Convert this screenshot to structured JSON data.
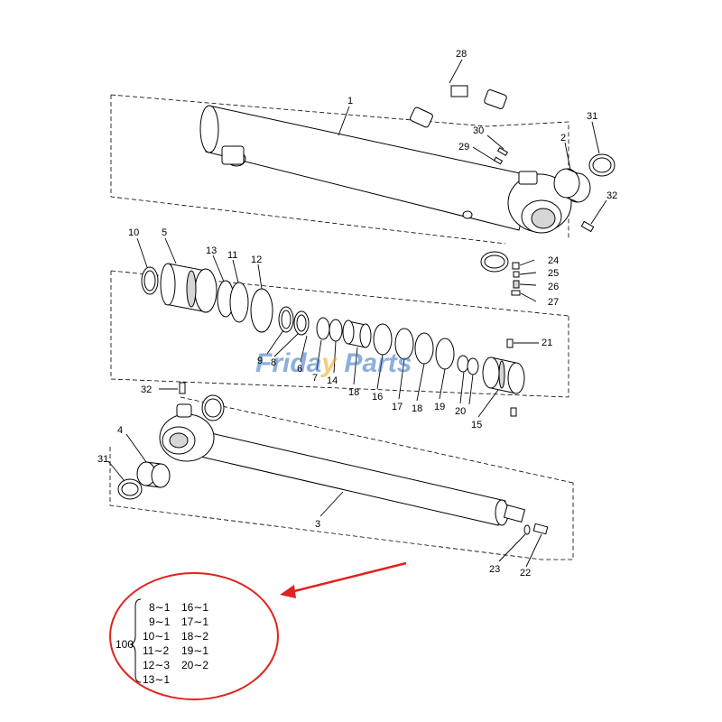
{
  "watermark": {
    "prefix": "Frida",
    "highlight": "y",
    "suffix": " Parts"
  },
  "callouts": [
    {
      "id": "c28",
      "text": "28"
    },
    {
      "id": "c1",
      "text": "1"
    },
    {
      "id": "c31a",
      "text": "31"
    },
    {
      "id": "c30",
      "text": "30"
    },
    {
      "id": "c29",
      "text": "29"
    },
    {
      "id": "c2",
      "text": "2"
    },
    {
      "id": "c32a",
      "text": "32"
    },
    {
      "id": "c10",
      "text": "10"
    },
    {
      "id": "c5",
      "text": "5"
    },
    {
      "id": "c13",
      "text": "13"
    },
    {
      "id": "c11",
      "text": "11"
    },
    {
      "id": "c12",
      "text": "12"
    },
    {
      "id": "c24",
      "text": "24"
    },
    {
      "id": "c25",
      "text": "25"
    },
    {
      "id": "c26",
      "text": "26"
    },
    {
      "id": "c27",
      "text": "27"
    },
    {
      "id": "c21",
      "text": "21"
    },
    {
      "id": "c9",
      "text": "9"
    },
    {
      "id": "c8",
      "text": "8"
    },
    {
      "id": "c6",
      "text": "6"
    },
    {
      "id": "c7",
      "text": "7"
    },
    {
      "id": "c14",
      "text": "14"
    },
    {
      "id": "c18a",
      "text": "18"
    },
    {
      "id": "c16",
      "text": "16"
    },
    {
      "id": "c17",
      "text": "17"
    },
    {
      "id": "c18b",
      "text": "18"
    },
    {
      "id": "c19",
      "text": "19"
    },
    {
      "id": "c20",
      "text": "20"
    },
    {
      "id": "c15",
      "text": "15"
    },
    {
      "id": "c32b",
      "text": "32"
    },
    {
      "id": "c4",
      "text": "4"
    },
    {
      "id": "c31b",
      "text": "31"
    },
    {
      "id": "c3",
      "text": "3"
    },
    {
      "id": "c23",
      "text": "23"
    },
    {
      "id": "c22",
      "text": "22"
    }
  ],
  "kit": {
    "number": "100",
    "rows": [
      {
        "left": "8∼1",
        "right": "16∼1"
      },
      {
        "left": "9∼1",
        "right": "17∼1"
      },
      {
        "left": "10∼1",
        "right": "18∼2"
      },
      {
        "left": "11∼2",
        "right": "19∼1"
      },
      {
        "left": "12∼3",
        "right": "20∼2"
      },
      {
        "left": "13∼1",
        "right": ""
      }
    ]
  },
  "colors": {
    "highlight_circle": "#e0231d",
    "watermark_blue": "#2f6fc4",
    "watermark_yellow": "#f2a614"
  }
}
